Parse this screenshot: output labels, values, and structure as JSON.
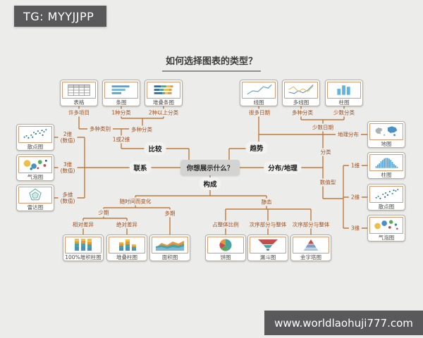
{
  "header": {
    "badge": "TG: MYYJJPP"
  },
  "footer": {
    "url": "www.worldlaohuji777.com"
  },
  "colors": {
    "connector": "#c0793b",
    "bar_dark": "#59595b",
    "label_brown": "#a0501f",
    "blue": "#5ba3cf",
    "teal": "#45a5a0",
    "orange": "#e8923a",
    "yellow": "#e8c04a",
    "red": "#c0504d",
    "green": "#57a85c"
  },
  "diagram": {
    "title": "如何选择图表的类型？",
    "center_question": "你想展示什么？",
    "branches": {
      "compare": "比较",
      "trend": "趋势",
      "relation": "联系",
      "distribution": "分布/地理",
      "composition": "构成"
    },
    "charts": {
      "table": "表格",
      "bar": "条图",
      "stacked_bar": "堆叠条图",
      "line": "线图",
      "multi_line": "多线图",
      "column": "柱图",
      "scatter": "散点图",
      "bubble": "气泡图",
      "radar": "雷达图",
      "map": "地图",
      "histogram": "柱图",
      "scatter2": "散点图",
      "bubble2": "气泡图",
      "stacked_100": "100%堆积柱图",
      "stacked_column": "堆叠柱图",
      "area": "面积图",
      "pie": "饼图",
      "funnel": "漏斗图",
      "pyramid": "金字塔图"
    },
    "edge_labels": {
      "many_items": "许多项目",
      "one_category": "1种分类",
      "two_plus_categories": "2种以上分类",
      "multi_class": "多种类别",
      "multi_category_l": "多种分类",
      "one_or_two_dims": "1或2维",
      "dims2": "2维",
      "dims3": "3维",
      "dims_multi": "多维",
      "numeric_suffix": "(数值)",
      "many_dates": "很多日期",
      "multi_category_r": "多种分类",
      "few_categories": "少数分类",
      "few_dates": "少数日期",
      "geo_distribution": "地理分布",
      "categorical": "分类",
      "numeric_type": "数值型",
      "dim1": "1维",
      "dim2": "2维",
      "dim3": "3维",
      "over_time": "随时间而变化",
      "few_periods": "少期",
      "many_periods": "多期",
      "relative_diff": "相对差异",
      "absolute_diff": "绝对差异",
      "static": "静态",
      "share_of_whole": "占整体比例",
      "ordered_part1": "次序部分与整体",
      "ordered_part2": "次序部分与整体"
    }
  }
}
